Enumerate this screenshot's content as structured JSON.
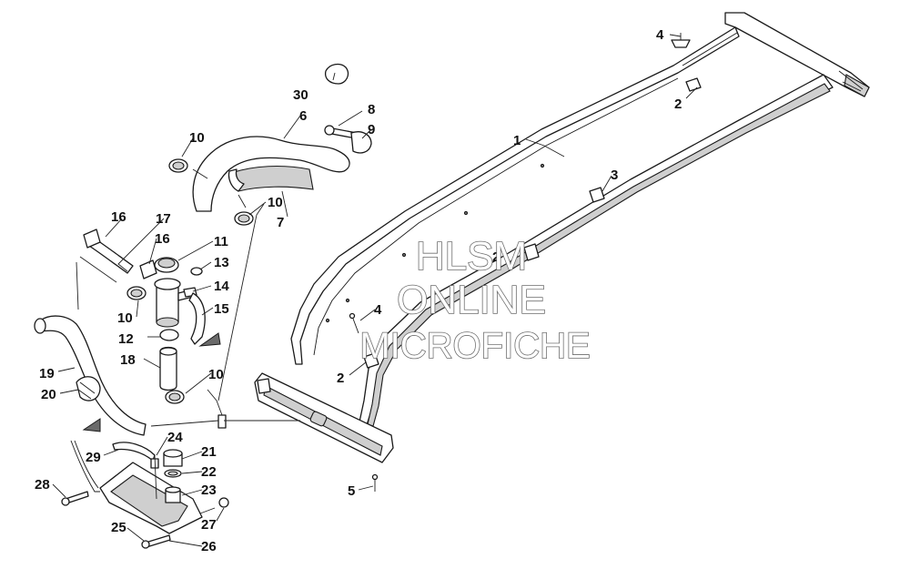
{
  "watermark": {
    "line1": "HLSM",
    "line2": "ONLINE",
    "line3": "MICROFICHE"
  },
  "callouts": [
    "1",
    "2",
    "2",
    "2",
    "3",
    "4",
    "4",
    "5",
    "6",
    "7",
    "8",
    "9",
    "10",
    "10",
    "10",
    "10",
    "11",
    "12",
    "13",
    "14",
    "15",
    "16",
    "16",
    "17",
    "18",
    "19",
    "20",
    "21",
    "22",
    "23",
    "24",
    "25",
    "26",
    "27",
    "28",
    "29",
    "30"
  ]
}
